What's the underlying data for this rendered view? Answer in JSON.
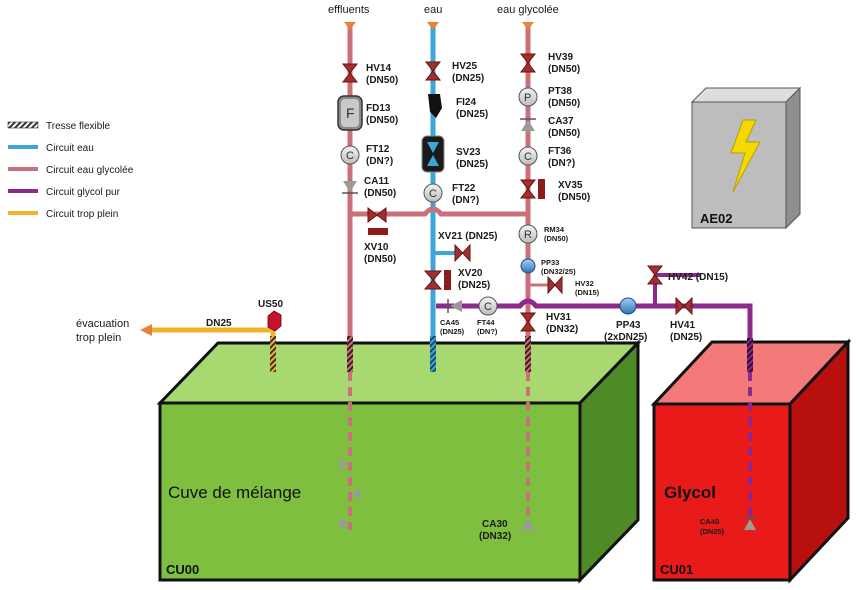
{
  "legend": {
    "tresse": "Tresse flexible",
    "eau": "Circuit eau",
    "eau_glycolee": "Circuit eau glycolée",
    "glycol_pur": "Circuit glycol pur",
    "trop_plein": "Circuit trop plein"
  },
  "outlets": {
    "effluents": "effluents",
    "eau": "eau",
    "eau_glycolee": "eau glycolée",
    "evacuation_1": "évacuation",
    "evacuation_2": "trop plein",
    "evac_dn": "DN25"
  },
  "components": {
    "hv14": {
      "tag": "HV14",
      "dn": "(DN50)"
    },
    "fd13": {
      "tag": "FD13",
      "dn": "(DN50)",
      "symbol": "F"
    },
    "ft12": {
      "tag": "FT12",
      "dn": "(DN?)",
      "symbol": "C"
    },
    "ca11": {
      "tag": "CA11",
      "dn": "(DN50)"
    },
    "xv10": {
      "tag": "XV10",
      "dn": "(DN50)"
    },
    "hv25": {
      "tag": "HV25",
      "dn": "(DN25)"
    },
    "fi24": {
      "tag": "FI24",
      "dn": "(DN25)"
    },
    "sv23": {
      "tag": "SV23",
      "dn": "(DN25)"
    },
    "ft22": {
      "tag": "FT22",
      "dn": "(DN?)",
      "symbol": "C"
    },
    "xv21": {
      "tag": "XV21 (DN25)"
    },
    "xv20": {
      "tag": "XV20",
      "dn": "(DN25)"
    },
    "ca45": {
      "tag": "CA45",
      "dn": "(DN25)"
    },
    "ft44": {
      "tag": "FT44",
      "dn": "(DN?)",
      "symbol": "C"
    },
    "hv39": {
      "tag": "HV39",
      "dn": "(DN50)"
    },
    "pt38": {
      "tag": "PT38",
      "dn": "(DN50)",
      "symbol": "P"
    },
    "ca37": {
      "tag": "CA37",
      "dn": "(DN50)"
    },
    "ft36": {
      "tag": "FT36",
      "dn": "(DN?)",
      "symbol": "C"
    },
    "xv35": {
      "tag": "XV35",
      "dn": "(DN50)"
    },
    "rm34": {
      "tag": "RM34",
      "dn": "(DN50)",
      "symbol": "R"
    },
    "pp33": {
      "tag": "PP33",
      "dn": "(DN32/25)"
    },
    "hv32": {
      "tag": "HV32",
      "dn": "(DN15)"
    },
    "hv31": {
      "tag": "HV31",
      "dn": "(DN32)"
    },
    "pp43": {
      "tag": "PP43",
      "dn": "(2xDN25)"
    },
    "hv42": {
      "tag": "HV42 (DN15)"
    },
    "hv41": {
      "tag": "HV41",
      "dn": "(DN25)"
    },
    "us50": {
      "tag": "US50"
    },
    "ca30": {
      "tag": "CA30",
      "dn": "(DN32)"
    },
    "ca40": {
      "tag": "CA40",
      "dn": "(DN25)"
    }
  },
  "tanks": {
    "cu00": {
      "name": "Cuve de mélange",
      "code": "CU00"
    },
    "cu01": {
      "name": "Glycol",
      "code": "CU01"
    },
    "ae02": {
      "code": "AE02"
    }
  },
  "colors": {
    "water": "#3aa7d8",
    "glycol_water": "#c9707a",
    "glycol_pure": "#8b2a8c",
    "overflow": "#f0b429",
    "outlet_arrow": "#e8823a",
    "tank_green": "#7fbf3f",
    "tank_red": "#e81a1a",
    "cabinet_grey": "#bdbdbd",
    "bolt": "#f5d800"
  }
}
